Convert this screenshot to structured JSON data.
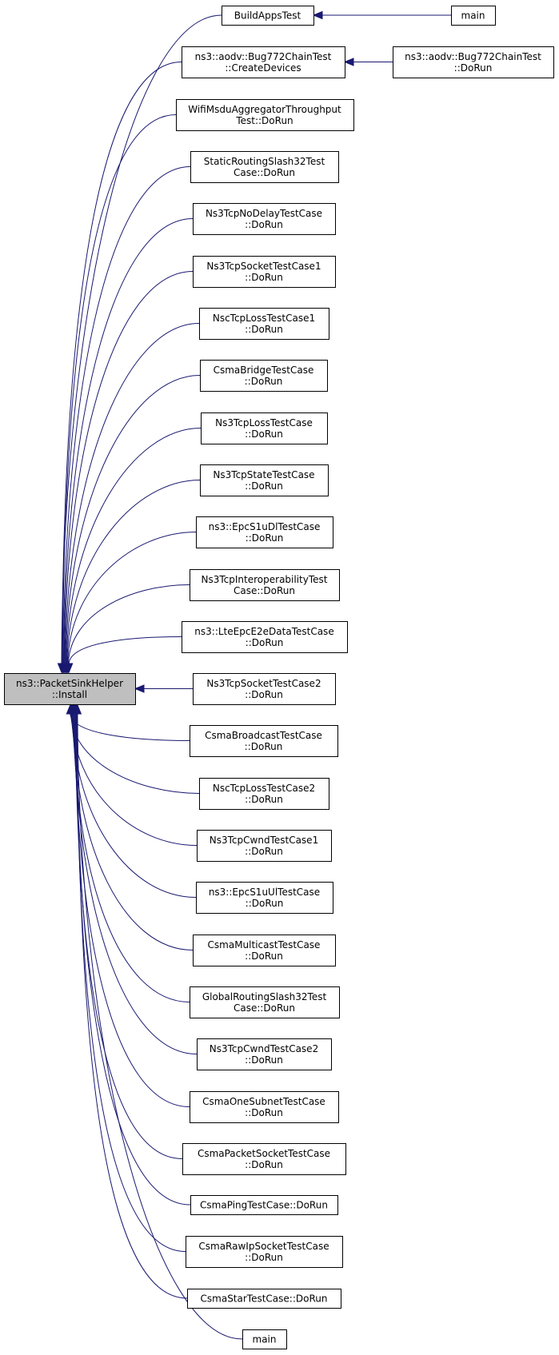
{
  "graph": {
    "root": {
      "id": "install",
      "lines": [
        "ns3::PacketSinkHelper",
        "::Install"
      ]
    },
    "nodes": [
      {
        "id": "buildapps",
        "lines": [
          "BuildAppsTest"
        ]
      },
      {
        "id": "main_top",
        "lines": [
          "main"
        ]
      },
      {
        "id": "bug772_create",
        "lines": [
          "ns3::aodv::Bug772ChainTest",
          "::CreateDevices"
        ]
      },
      {
        "id": "bug772_dorun",
        "lines": [
          "ns3::aodv::Bug772ChainTest",
          "::DoRun"
        ]
      },
      {
        "id": "wifimsdu",
        "lines": [
          "WifiMsduAggregatorThroughput",
          "Test::DoRun"
        ]
      },
      {
        "id": "staticrouting",
        "lines": [
          "StaticRoutingSlash32Test",
          "Case::DoRun"
        ]
      },
      {
        "id": "tcpnodelay",
        "lines": [
          "Ns3TcpNoDelayTestCase",
          "::DoRun"
        ]
      },
      {
        "id": "tcpsocket1",
        "lines": [
          "Ns3TcpSocketTestCase1",
          "::DoRun"
        ]
      },
      {
        "id": "nscloss1",
        "lines": [
          "NscTcpLossTestCase1",
          "::DoRun"
        ]
      },
      {
        "id": "csmabridge",
        "lines": [
          "CsmaBridgeTestCase",
          "::DoRun"
        ]
      },
      {
        "id": "tcploss",
        "lines": [
          "Ns3TcpLossTestCase",
          "::DoRun"
        ]
      },
      {
        "id": "tcpstate",
        "lines": [
          "Ns3TcpStateTestCase",
          "::DoRun"
        ]
      },
      {
        "id": "epcs1udl",
        "lines": [
          "ns3::EpcS1uDlTestCase",
          "::DoRun"
        ]
      },
      {
        "id": "tcpinterop",
        "lines": [
          "Ns3TcpInteroperabilityTest",
          "Case::DoRun"
        ]
      },
      {
        "id": "lteepc",
        "lines": [
          "ns3::LteEpcE2eDataTestCase",
          "::DoRun"
        ]
      },
      {
        "id": "tcpsocket2",
        "lines": [
          "Ns3TcpSocketTestCase2",
          "::DoRun"
        ]
      },
      {
        "id": "csmabroadcast",
        "lines": [
          "CsmaBroadcastTestCase",
          "::DoRun"
        ]
      },
      {
        "id": "nscloss2",
        "lines": [
          "NscTcpLossTestCase2",
          "::DoRun"
        ]
      },
      {
        "id": "tcpcwnd1",
        "lines": [
          "Ns3TcpCwndTestCase1",
          "::DoRun"
        ]
      },
      {
        "id": "epcs1uul",
        "lines": [
          "ns3::EpcS1uUlTestCase",
          "::DoRun"
        ]
      },
      {
        "id": "csmamulticast",
        "lines": [
          "CsmaMulticastTestCase",
          "::DoRun"
        ]
      },
      {
        "id": "globalrouting",
        "lines": [
          "GlobalRoutingSlash32Test",
          "Case::DoRun"
        ]
      },
      {
        "id": "tcpcwnd2",
        "lines": [
          "Ns3TcpCwndTestCase2",
          "::DoRun"
        ]
      },
      {
        "id": "csmaonesubnet",
        "lines": [
          "CsmaOneSubnetTestCase",
          "::DoRun"
        ]
      },
      {
        "id": "csmapacketsocket",
        "lines": [
          "CsmaPacketSocketTestCase",
          "::DoRun"
        ]
      },
      {
        "id": "csmaping",
        "lines": [
          "CsmaPingTestCase::DoRun"
        ]
      },
      {
        "id": "csmarawip",
        "lines": [
          "CsmaRawIpSocketTestCase",
          "::DoRun"
        ]
      },
      {
        "id": "csmastar",
        "lines": [
          "CsmaStarTestCase::DoRun"
        ]
      },
      {
        "id": "main_bottom",
        "lines": [
          "main"
        ]
      }
    ],
    "edges": [
      {
        "from": "main_top",
        "to": "buildapps"
      },
      {
        "from": "bug772_dorun",
        "to": "bug772_create"
      },
      {
        "from": "buildapps",
        "to": "install"
      },
      {
        "from": "bug772_create",
        "to": "install"
      },
      {
        "from": "wifimsdu",
        "to": "install"
      },
      {
        "from": "staticrouting",
        "to": "install"
      },
      {
        "from": "tcpnodelay",
        "to": "install"
      },
      {
        "from": "tcpsocket1",
        "to": "install"
      },
      {
        "from": "nscloss1",
        "to": "install"
      },
      {
        "from": "csmabridge",
        "to": "install"
      },
      {
        "from": "tcploss",
        "to": "install"
      },
      {
        "from": "tcpstate",
        "to": "install"
      },
      {
        "from": "epcs1udl",
        "to": "install"
      },
      {
        "from": "tcpinterop",
        "to": "install"
      },
      {
        "from": "lteepc",
        "to": "install"
      },
      {
        "from": "tcpsocket2",
        "to": "install"
      },
      {
        "from": "csmabroadcast",
        "to": "install"
      },
      {
        "from": "nscloss2",
        "to": "install"
      },
      {
        "from": "tcpcwnd1",
        "to": "install"
      },
      {
        "from": "epcs1uul",
        "to": "install"
      },
      {
        "from": "csmamulticast",
        "to": "install"
      },
      {
        "from": "globalrouting",
        "to": "install"
      },
      {
        "from": "tcpcwnd2",
        "to": "install"
      },
      {
        "from": "csmaonesubnet",
        "to": "install"
      },
      {
        "from": "csmapacketsocket",
        "to": "install"
      },
      {
        "from": "csmaping",
        "to": "install"
      },
      {
        "from": "csmarawip",
        "to": "install"
      },
      {
        "from": "csmastar",
        "to": "install"
      },
      {
        "from": "main_bottom",
        "to": "install"
      }
    ]
  },
  "colors": {
    "edge": "#191970",
    "root_fill": "#bfbfbf",
    "node_fill": "#ffffff",
    "border": "#000000"
  }
}
